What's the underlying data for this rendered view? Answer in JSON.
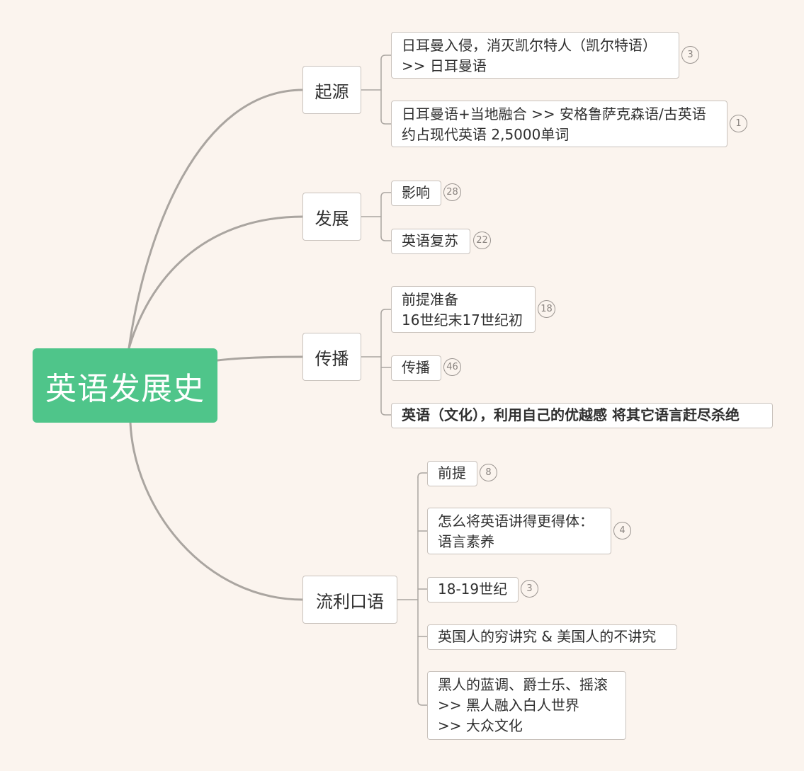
{
  "root": {
    "label": "英语发展史",
    "color": "#4fc58a"
  },
  "branches": [
    {
      "label": "起源",
      "children": [
        {
          "lines": [
            "日耳曼入侵，消灭凯尔特人（凯尔特语）",
            ">> 日耳曼语"
          ],
          "badge": "3"
        },
        {
          "lines": [
            "日耳曼语+当地融合 >> 安格鲁萨克森语/古英语",
            "约占现代英语 2,5000单词"
          ],
          "badge": "1"
        }
      ]
    },
    {
      "label": "发展",
      "children": [
        {
          "lines": [
            "影响"
          ],
          "badge": "28"
        },
        {
          "lines": [
            "英语复苏"
          ],
          "badge": "22"
        }
      ]
    },
    {
      "label": "传播",
      "children": [
        {
          "lines": [
            "前提准备",
            "16世纪末17世纪初"
          ],
          "badge": "18"
        },
        {
          "lines": [
            "传播"
          ],
          "badge": "46"
        },
        {
          "lines": [
            "英语（文化），利用自己的优越感 将其它语言赶尽杀绝"
          ],
          "badge": null,
          "bold": true
        }
      ]
    },
    {
      "label": "流利口语",
      "children": [
        {
          "lines": [
            "前提"
          ],
          "badge": "8"
        },
        {
          "lines": [
            "怎么将英语讲得更得体：",
            "语言素养"
          ],
          "badge": "4"
        },
        {
          "lines": [
            "18-19世纪"
          ],
          "badge": "3"
        },
        {
          "lines": [
            "英国人的穷讲究 & 美国人的不讲究"
          ],
          "badge": null
        },
        {
          "lines": [
            "黑人的蓝调、爵士乐、摇滚",
            ">> 黑人融入白人世界",
            ">> 大众文化"
          ],
          "badge": null
        }
      ]
    }
  ],
  "colors": {
    "background": "#fbf4ee",
    "connector": "#aaa5a0",
    "node_border": "#c9c2bc"
  }
}
